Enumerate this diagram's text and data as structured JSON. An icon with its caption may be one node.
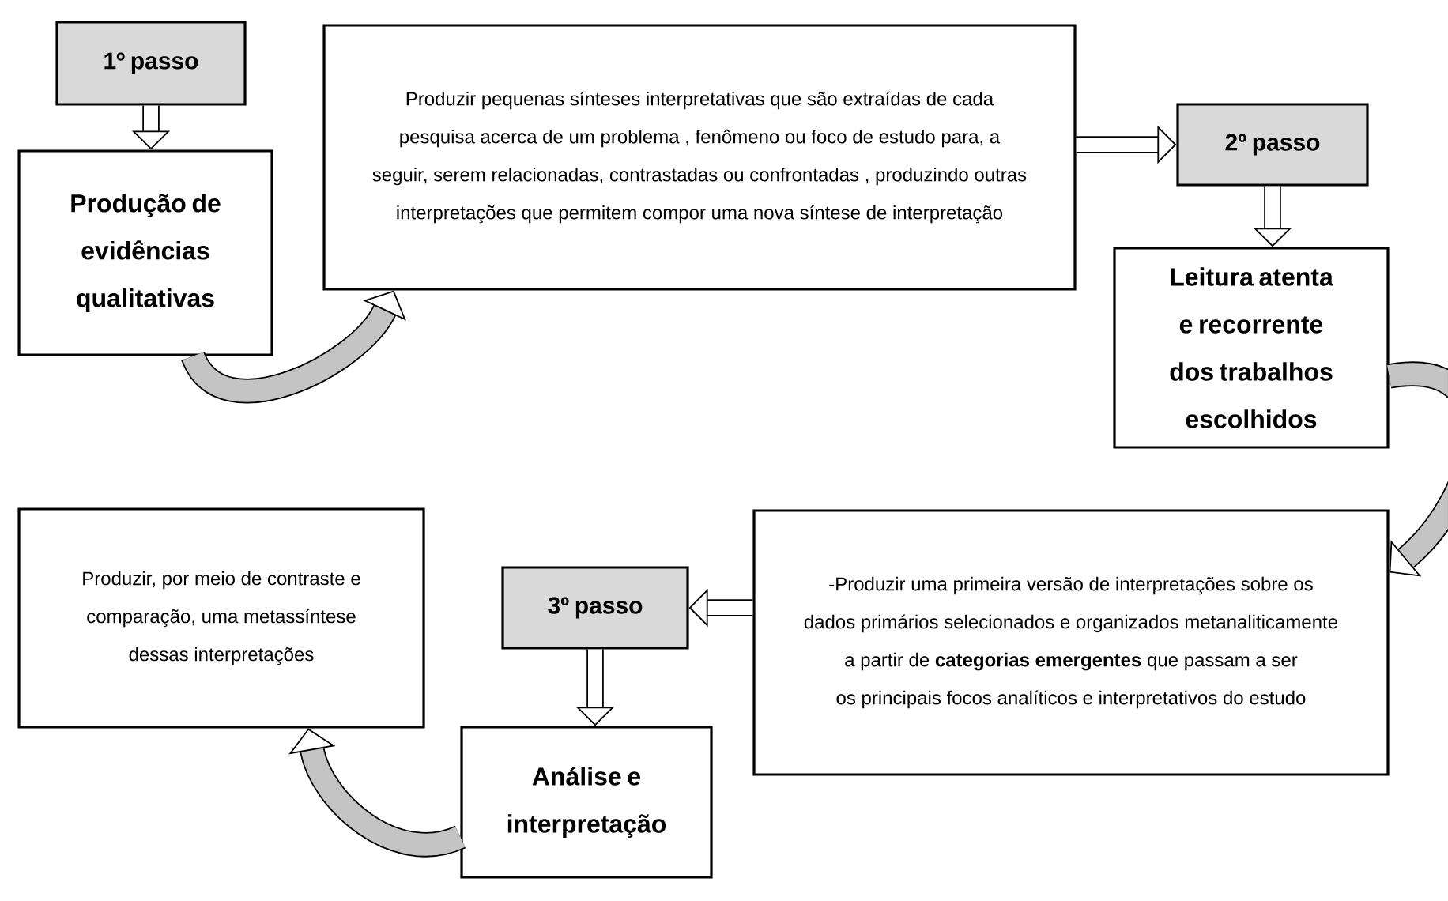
{
  "diagram": {
    "nodes": [
      {
        "text": [
          "1º passo"
        ]
      },
      {
        "text": [
          "Produção de evidências qualitativas"
        ]
      },
      {
        "text": [
          "Produzir pequenas sínteses interpretativas que são extraídas de cada pesquisa acerca de um problema , fenômeno ou foco de estudo para, a seguir, serem relacionadas, contrastadas ou confrontadas , produzindo outras interpretações que permitem compor uma nova síntese de interpretação"
        ]
      },
      {
        "text": [
          "2º passo"
        ]
      },
      {
        "text": [
          "Leitura atenta e recorrente dos trabalhos escolhidos"
        ]
      },
      {
        "text": [
          "-Produzir uma primeira versão de interpretações sobre os dados primários selecionados e organizados metanaliticamente a partir de **categorias emergentes** que passam a ser os principais focos analíticos e interpretativos do estudo"
        ]
      },
      {
        "text": [
          "3º passo"
        ]
      },
      {
        "text": [
          "Produzir, por meio de contraste e comparação, uma metassíntese dessas interpretações"
        ]
      },
      {
        "text": [
          "Análise e interpretação"
        ]
      }
    ],
    "edges": [
      {
        "from": 0,
        "to": 1,
        "arrow": "to"
      },
      {
        "from": 1,
        "to": 2,
        "arrow": "to"
      },
      {
        "from": 2,
        "to": 3,
        "arrow": "to"
      },
      {
        "from": 3,
        "to": 4,
        "arrow": "to"
      },
      {
        "from": 4,
        "to": 5,
        "arrow": "to"
      },
      {
        "from": 5,
        "to": 6,
        "arrow": "to"
      },
      {
        "from": 6,
        "to": 8,
        "arrow": "to"
      },
      {
        "from": 8,
        "to": 7,
        "arrow": "to"
      }
    ]
  }
}
